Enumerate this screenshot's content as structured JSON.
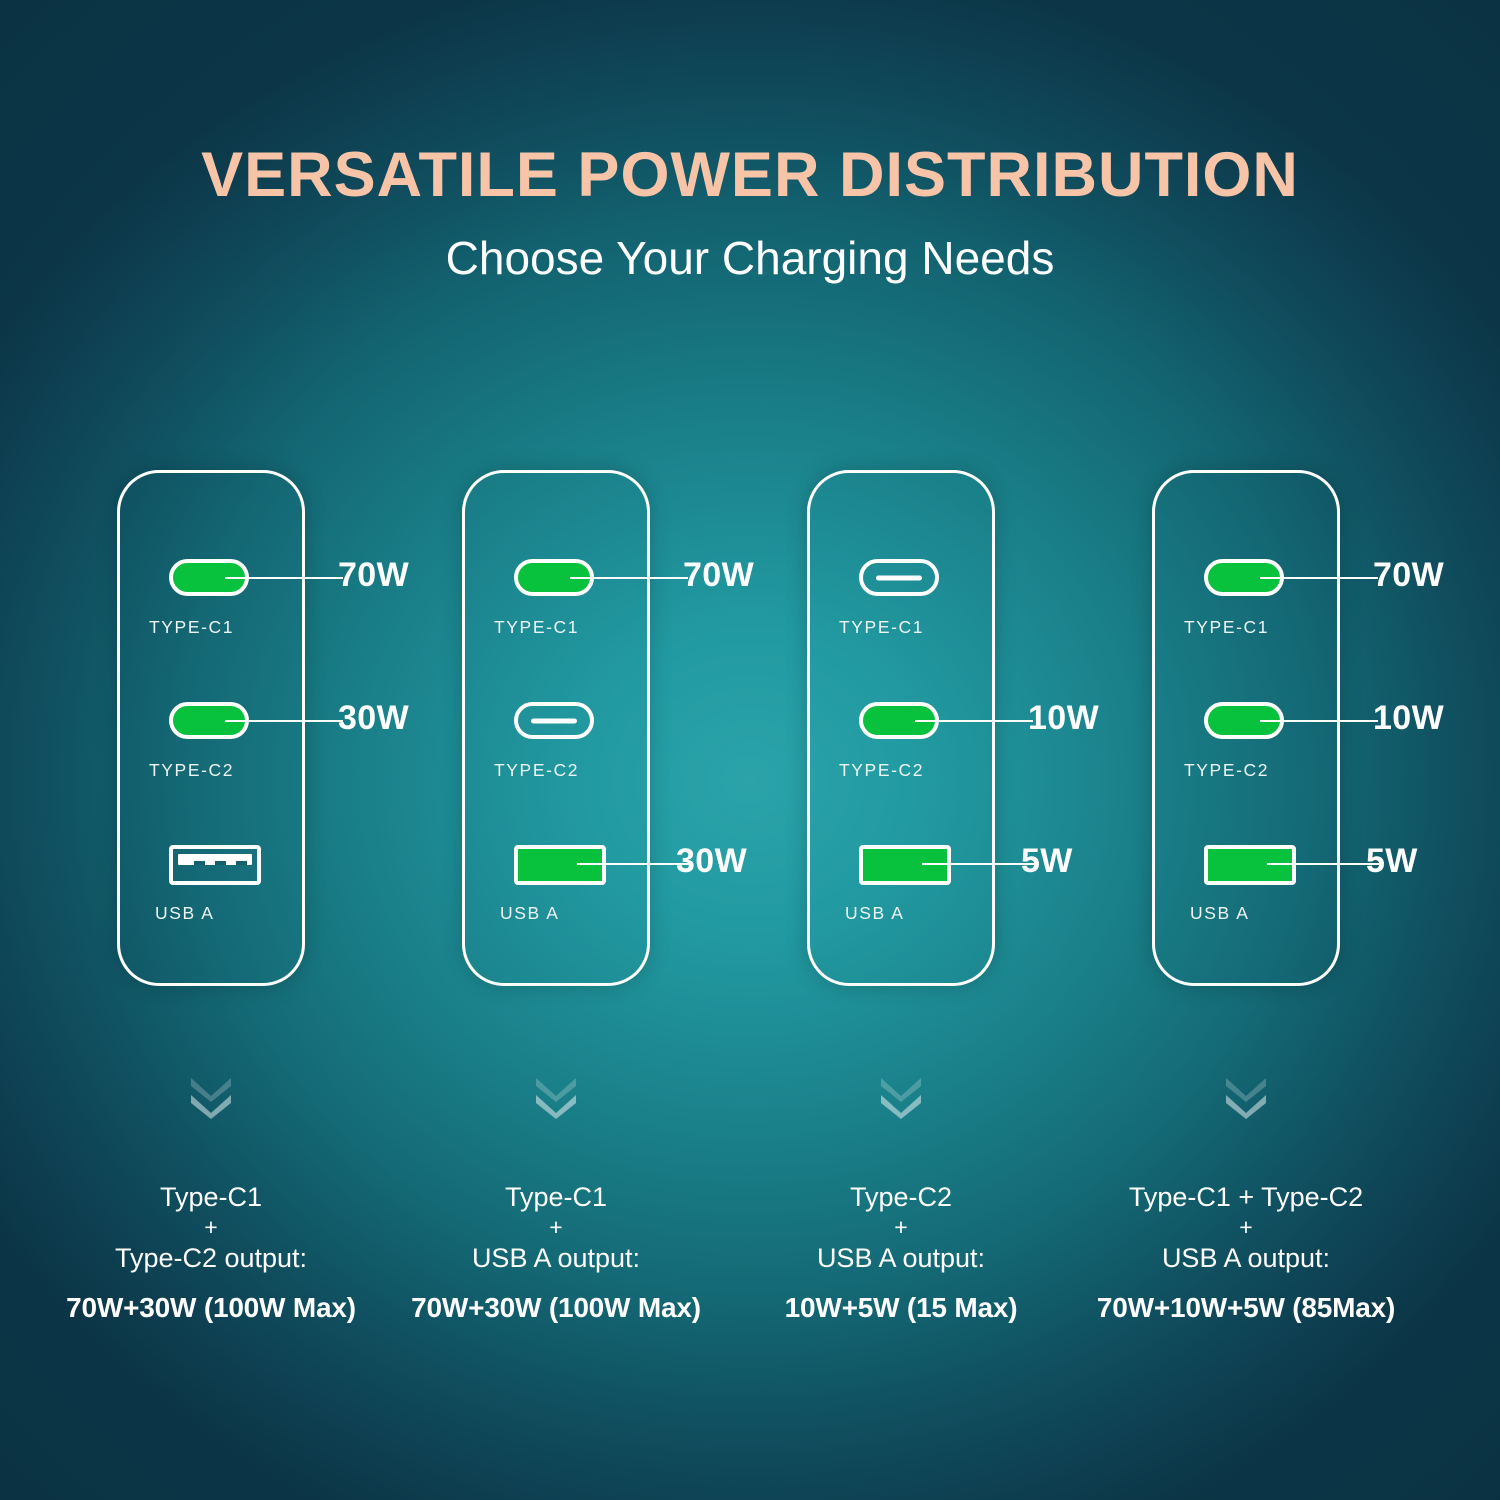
{
  "header": {
    "title": "VERSATILE POWER DISTRIBUTION",
    "subtitle": "Choose Your Charging Needs",
    "title_color": "#f8c4a8",
    "subtitle_color": "#ffffff"
  },
  "theme": {
    "background_dark": "#0e3d4e",
    "background_center": "#2aa3a9",
    "active_port_green": "#08c13c",
    "outline_white": "#ffffff"
  },
  "columns": [
    {
      "ports": [
        {
          "label": "TYPE-C1",
          "type": "type-c",
          "active": true,
          "watt": "70W"
        },
        {
          "label": "TYPE-C2",
          "type": "type-c",
          "active": true,
          "watt": "30W"
        },
        {
          "label": "USB A",
          "type": "usb-a",
          "active": false,
          "watt": ""
        }
      ],
      "caption": {
        "line1": "Type-C1",
        "plus": "+",
        "line2": "Type-C2 output:",
        "value": "70W+30W (100W Max)"
      }
    },
    {
      "ports": [
        {
          "label": "TYPE-C1",
          "type": "type-c",
          "active": true,
          "watt": "70W"
        },
        {
          "label": "TYPE-C2",
          "type": "type-c",
          "active": false,
          "watt": ""
        },
        {
          "label": "USB A",
          "type": "usb-a",
          "active": true,
          "watt": "30W"
        }
      ],
      "caption": {
        "line1": "Type-C1",
        "plus": "+",
        "line2": "USB A output:",
        "value": "70W+30W (100W Max)"
      }
    },
    {
      "ports": [
        {
          "label": "TYPE-C1",
          "type": "type-c",
          "active": false,
          "watt": ""
        },
        {
          "label": "TYPE-C2",
          "type": "type-c",
          "active": true,
          "watt": "10W"
        },
        {
          "label": "USB A",
          "type": "usb-a",
          "active": true,
          "watt": "5W"
        }
      ],
      "caption": {
        "line1": "Type-C2",
        "plus": "+",
        "line2": "USB A output:",
        "value": "10W+5W (15 Max)"
      }
    },
    {
      "ports": [
        {
          "label": "TYPE-C1",
          "type": "type-c",
          "active": true,
          "watt": "70W"
        },
        {
          "label": "TYPE-C2",
          "type": "type-c",
          "active": true,
          "watt": "10W"
        },
        {
          "label": "USB A",
          "type": "usb-a",
          "active": true,
          "watt": "5W"
        }
      ],
      "caption": {
        "line1": "Type-C1 + Type-C2",
        "plus": "+",
        "line2": "USB A output:",
        "value": "70W+10W+5W (85Max)"
      }
    }
  ]
}
